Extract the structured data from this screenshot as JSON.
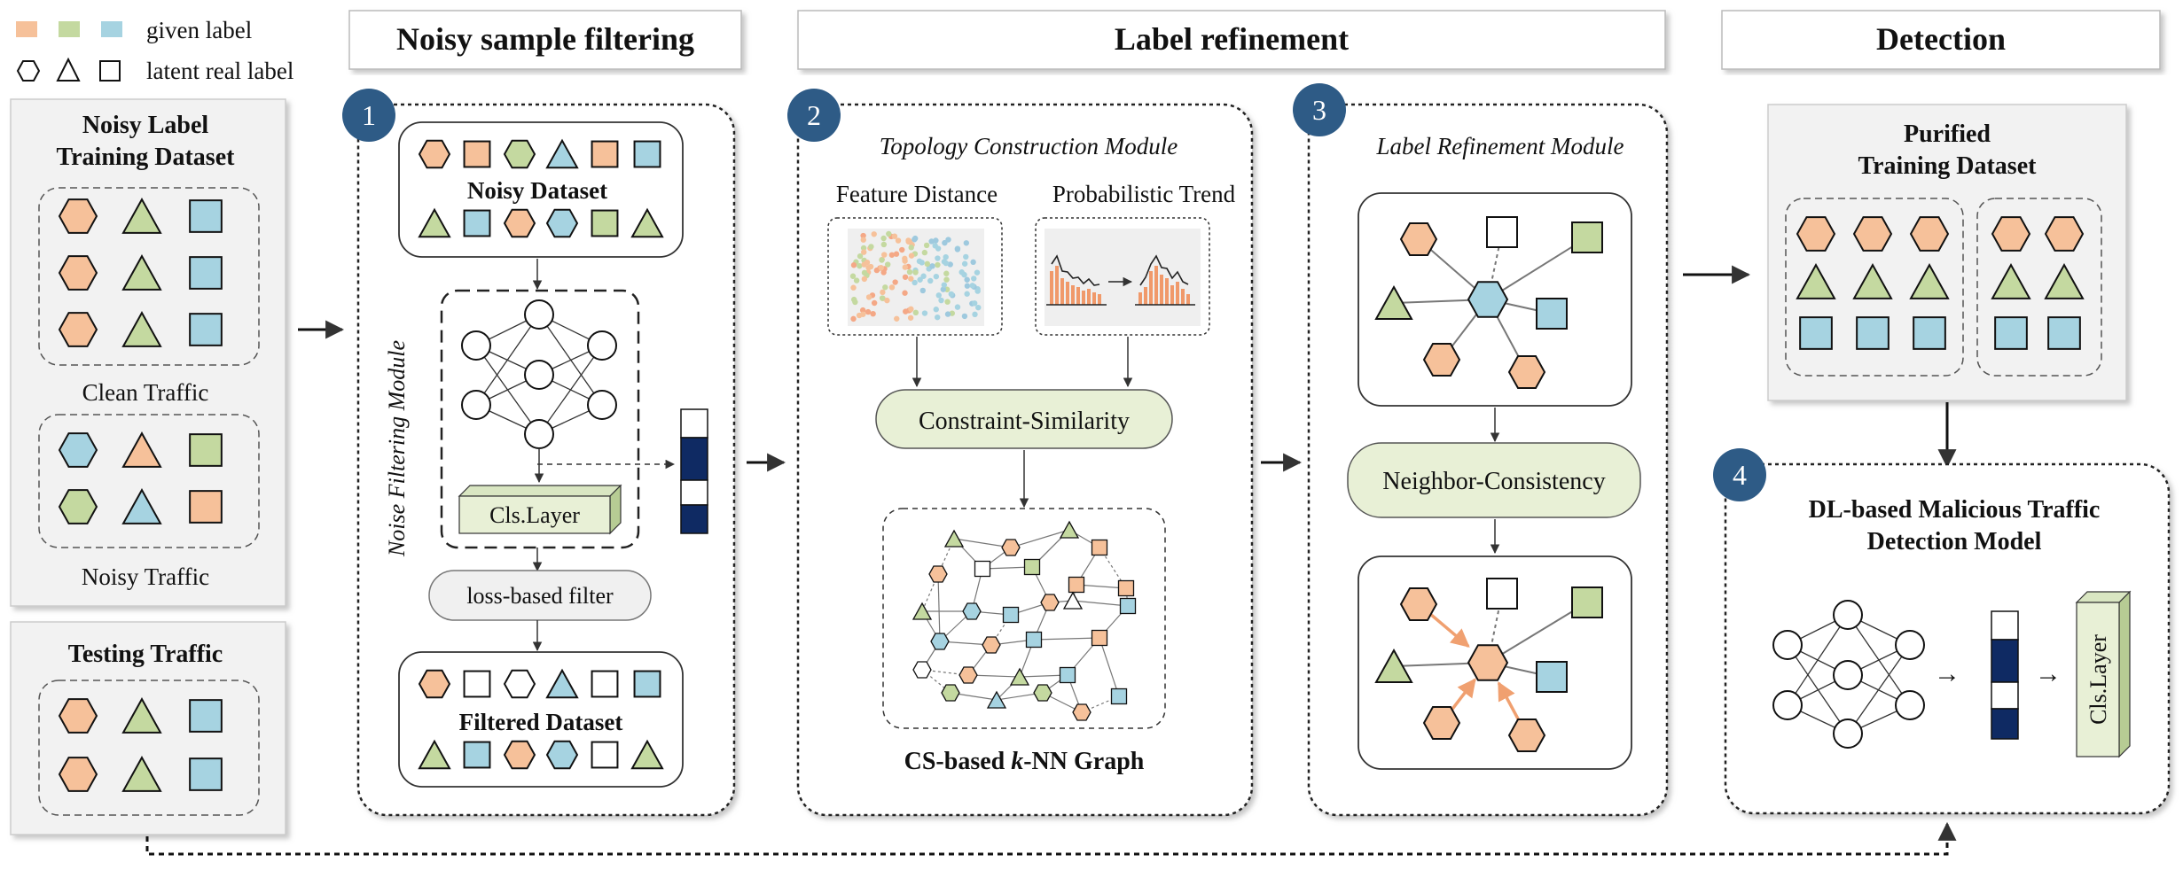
{
  "legend": {
    "given_label": "given label",
    "latent_label": "latent real label",
    "colors": {
      "orange": "#f6c19a",
      "green": "#c4d9a0",
      "blue": "#a6d3e1",
      "selected_row": "#0f2a63"
    }
  },
  "stages": {
    "filtering": "Noisy sample filtering",
    "refinement": "Label refinement",
    "detection": "Detection"
  },
  "badges": [
    "1",
    "2",
    "3",
    "4"
  ],
  "left": {
    "train_title_1": "Noisy Label",
    "train_title_2": "Training Dataset",
    "clean": "Clean Traffic",
    "noisy": "Noisy Traffic",
    "testing": "Testing Traffic"
  },
  "filter": {
    "module": "Noise Filtering Module",
    "noisy_dataset": "Noisy Dataset",
    "cls_layer": "Cls.Layer",
    "loss_filter": "loss-based filter",
    "filtered_dataset": "Filtered Dataset"
  },
  "topology": {
    "module": "Topology Construction Module",
    "feature_distance": "Feature Distance",
    "probabilistic_trend": "Probabilistic Trend",
    "constraint_similarity": "Constraint-Similarity",
    "graph_pre": "CS-based ",
    "graph_k": "k",
    "graph_post": "-NN Graph"
  },
  "refine": {
    "module": "Label Refinement Module",
    "neighbor_consistency": "Neighbor-Consistency"
  },
  "detection": {
    "purified_1": "Purified",
    "purified_2": "Training Dataset",
    "model_1": "DL-based Malicious Traffic",
    "model_2": "Detection Model",
    "cls_layer": "Cls.Layer"
  },
  "arrow_glyph": "→"
}
